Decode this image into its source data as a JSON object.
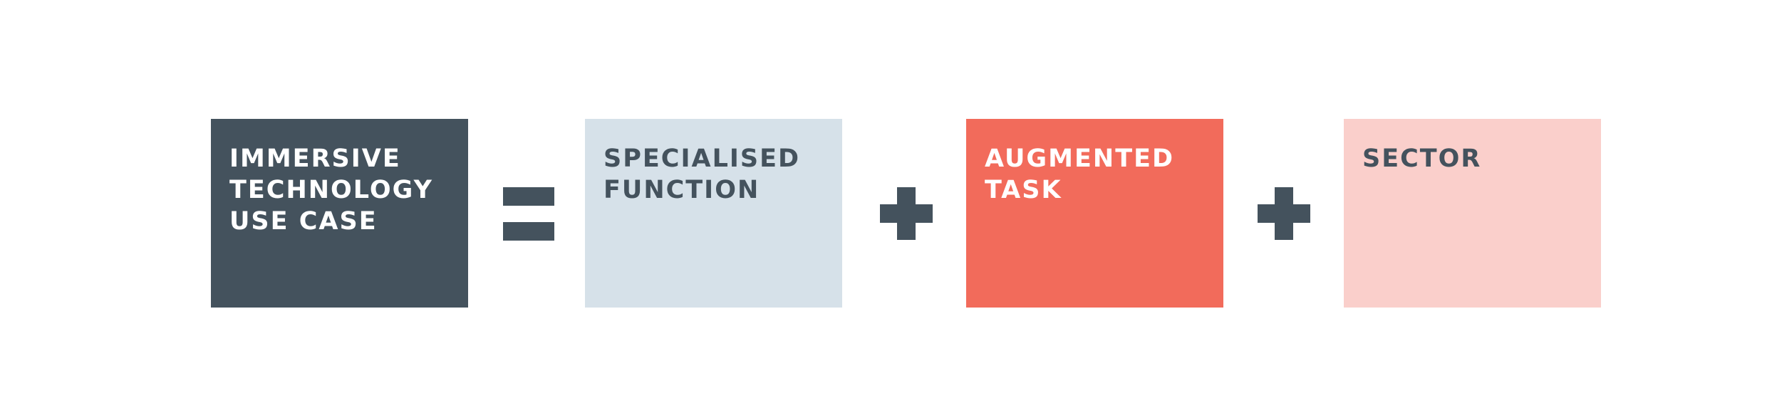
{
  "diagram": {
    "boxes": [
      {
        "label": "IMMERSIVE\nTECHNOLOGY\nUSE CASE",
        "fill": "#44525d",
        "text_color": "#ffffff"
      },
      {
        "label": "SPECIALISED\nFUNCTION",
        "fill": "#d6e1e9",
        "text_color": "#44525d"
      },
      {
        "label": "AUGMENTED\nTASK",
        "fill": "#f26b5b",
        "text_color": "#ffffff"
      },
      {
        "label": "SECTOR",
        "fill": "#facfcb",
        "text_color": "#44525d"
      }
    ],
    "operators": [
      {
        "icon": "equals-icon",
        "color": "#44525d"
      },
      {
        "icon": "plus-icon",
        "color": "#44525d"
      },
      {
        "icon": "plus-icon",
        "color": "#44525d"
      }
    ]
  }
}
